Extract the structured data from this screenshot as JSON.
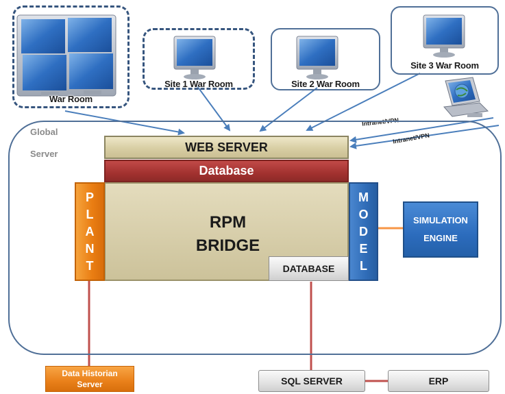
{
  "war_rooms": {
    "main": "War Room",
    "site1": "Site 1 War Room",
    "site2": "Site 2 War Room",
    "site3": "Site 3 War Room"
  },
  "global_server": {
    "line1": "Global",
    "line2": "Server"
  },
  "links": {
    "intranet_top": "Intranet/VPN",
    "intranet_bottom": "Intranet/VPN"
  },
  "web_server": "WEB SERVER",
  "database": "Database",
  "bridge": {
    "line1": "RPM",
    "line2": "BRIDGE"
  },
  "plant_letters": [
    "P",
    "L",
    "A",
    "N",
    "T"
  ],
  "model_letters": [
    "M",
    "O",
    "D",
    "E",
    "L"
  ],
  "bridge_database": "DATABASE",
  "simulation_engine": {
    "line1": "SIMULATION",
    "line2": "ENGINE"
  },
  "data_historian": {
    "line1": "Data Historian",
    "line2": "Server"
  },
  "sql_server": "SQL SERVER",
  "erp": "ERP",
  "colors": {
    "border_blue": "#4f6f97",
    "connector_red": "#c0504d",
    "connector_orange": "#f79646",
    "arrow_blue": "#4a7ebb"
  }
}
